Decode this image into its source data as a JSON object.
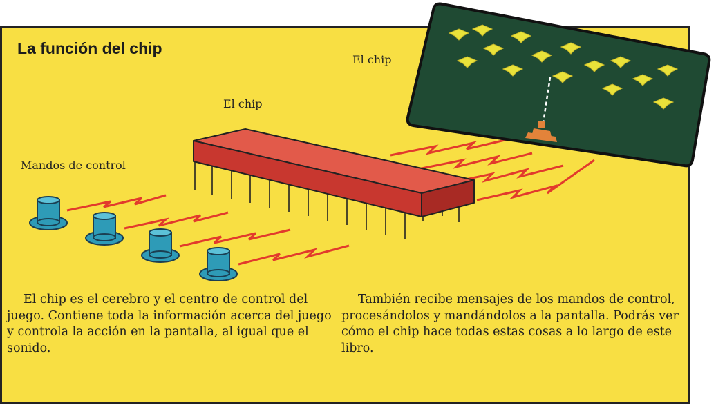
{
  "title": "La función del chip",
  "labels": {
    "chip_top": "El chip",
    "chip_mid": "El chip",
    "controls": "Mandos de control"
  },
  "paragraphs": {
    "left": "El chip es el cerebro y el centro de control del juego. Contiene toda la información acerca del juego y controla la acción en la pantalla, al igual que el sonido.",
    "right": "También recibe mensajes de los mandos de control, procesándolos y mandándolos a la pantalla. Podrás ver cómo el chip hace todas estas cosas a lo largo de este libro."
  },
  "colors": {
    "background": "#f8df43",
    "chip": "#d9433a",
    "screen": "#1f4a33",
    "buttons": "#2e9bb7",
    "signals": "#e23a2c",
    "invaders": "#e9e23a",
    "player_ship": "#e3833a"
  }
}
